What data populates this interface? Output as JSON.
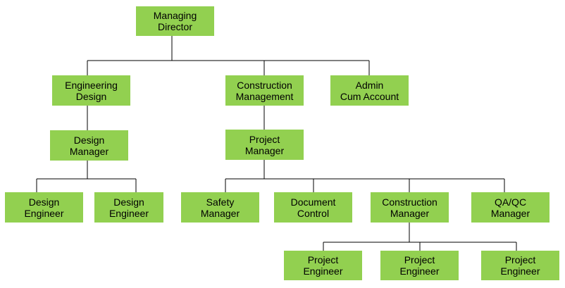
{
  "org_chart": {
    "managing_director": [
      "Managing",
      "Director"
    ],
    "engineering_design": [
      "Engineering",
      "Design"
    ],
    "construction_management": [
      "Construction",
      "Management"
    ],
    "admin": [
      "Admin",
      "Cum Account"
    ],
    "design_manager": [
      "Design",
      "Manager"
    ],
    "project_manager": [
      "Project",
      "Manager"
    ],
    "design_engineer_1": [
      "Design",
      "Engineer"
    ],
    "design_engineer_2": [
      "Design",
      "Engineer"
    ],
    "safety_manager": [
      "Safety",
      "Manager"
    ],
    "document_control": [
      "Document",
      "Control"
    ],
    "construction_manager": [
      "Construction",
      "Manager"
    ],
    "qaqc_manager": [
      "QA/QC",
      "Manager"
    ],
    "project_engineer_1": [
      "Project",
      "Engineer"
    ],
    "project_engineer_2": [
      "Project",
      "Engineer"
    ],
    "project_engineer_3": [
      "Project",
      "Engineer"
    ]
  },
  "colors": {
    "box_fill": "#92d050",
    "line": "#000000"
  }
}
